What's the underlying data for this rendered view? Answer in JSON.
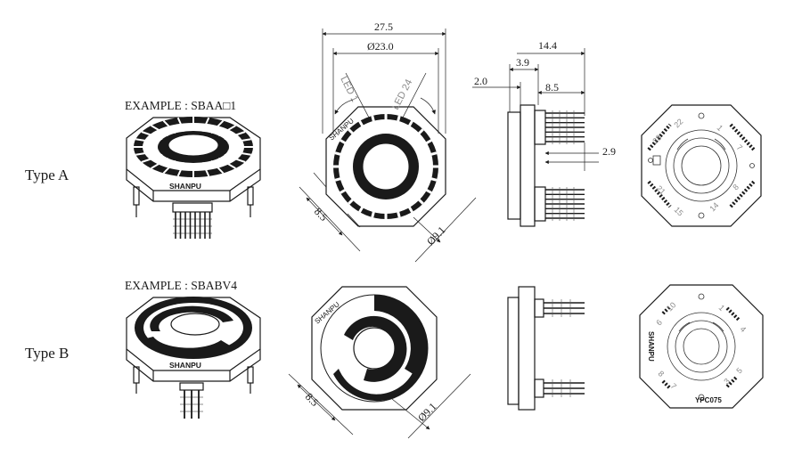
{
  "rows": {
    "type_a_label": "Type A",
    "type_b_label": "Type B"
  },
  "examples": {
    "type_a": "EXAMPLE : SBAA□1",
    "type_b": "EXAMPLE : SBABV4"
  },
  "brand": {
    "name": "SHANPU",
    "pcb_code": "YPC075"
  },
  "dimensions": {
    "overall_width": "27.5",
    "ring_diameter": "Ø23.0",
    "flat_offset_a": "8.5",
    "hole_diameter_a": "Ø9.1",
    "flat_offset_b": "8.5",
    "hole_diameter_b": "Ø9.1",
    "side_total": "14.4",
    "side_a": "3.9",
    "side_b": "2.0",
    "side_c": "8.5",
    "pin_pitch": "2.9"
  },
  "led_labels": {
    "first": "LED 1",
    "last": "LED 24"
  },
  "pcb_pins_a": [
    "28",
    "22",
    "1",
    "7",
    "21",
    "15",
    "14",
    "8"
  ],
  "pcb_pins_b": [
    "10",
    "6",
    "1",
    "4",
    "8",
    "7",
    "3",
    "5"
  ]
}
